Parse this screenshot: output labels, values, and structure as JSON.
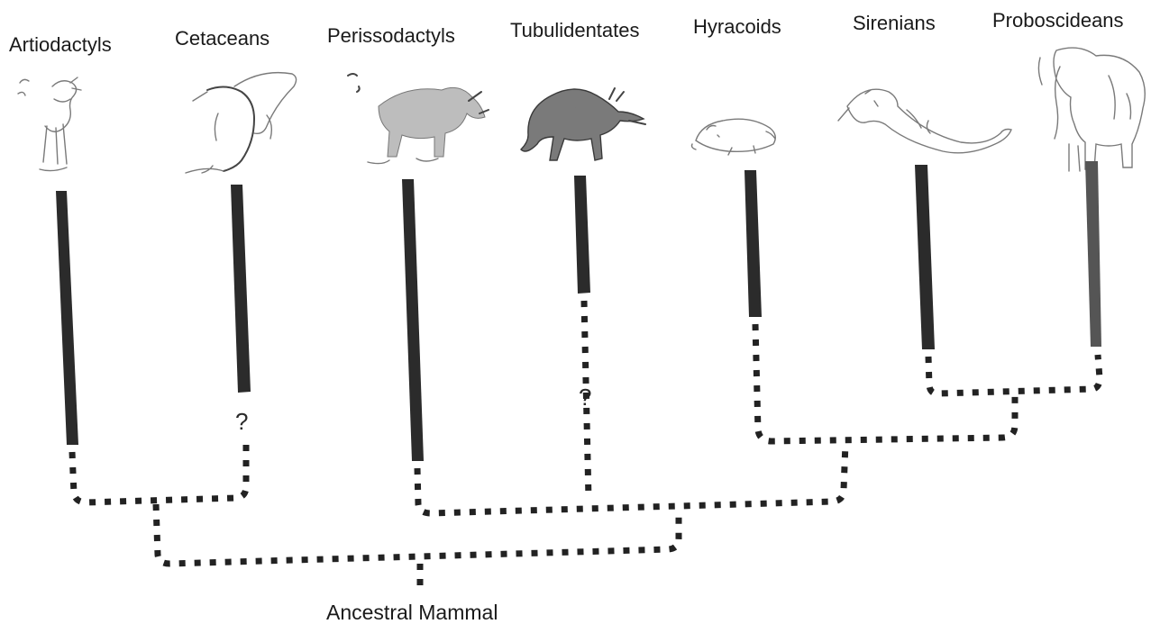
{
  "taxa": [
    {
      "label": "Artiodactyls",
      "icon": "artiodactyl-icon"
    },
    {
      "label": "Cetaceans",
      "icon": "cetacean-icon"
    },
    {
      "label": "Perissodactyls",
      "icon": "perissodactyl-icon"
    },
    {
      "label": "Tubulidentates",
      "icon": "tubulidentate-icon"
    },
    {
      "label": "Hyracoids",
      "icon": "hyracoid-icon"
    },
    {
      "label": "Sirenians",
      "icon": "sirenian-icon"
    },
    {
      "label": "Proboscideans",
      "icon": "proboscidean-icon"
    }
  ],
  "uncertain_marker": "?",
  "root_label": "Ancestral Mammal"
}
